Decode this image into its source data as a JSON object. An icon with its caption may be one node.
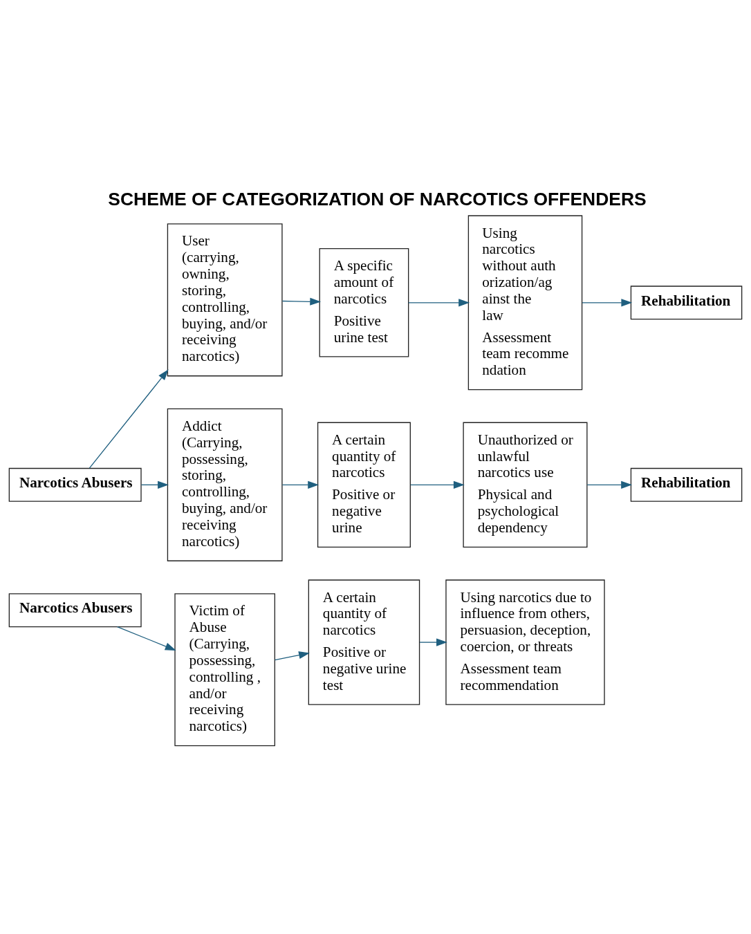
{
  "diagram": {
    "title": "SCHEME OF CATEGORIZATION OF NARCOTICS OFFENDERS",
    "nodes": [
      {
        "text": [
          "Narcotics Abusers"
        ]
      },
      {
        "text": [
          "User (carrying, owning, storing, controlling, buying, and/or receiving narcotics)"
        ]
      },
      {
        "text": [
          "A specific amount of narcotics",
          "Positive urine test"
        ]
      },
      {
        "text": [
          "Using narcotics without authorization/against the law",
          "Assessment team recommendation"
        ]
      },
      {
        "text": [
          "Rehabilitation"
        ]
      },
      {
        "text": [
          "Addict (Carrying, possessing, storing, controlling, buying, and/or receiving narcotics)"
        ]
      },
      {
        "text": [
          "A certain quantity of narcotics",
          "Positive or negative urine"
        ]
      },
      {
        "text": [
          "Unauthorized or unlawful narcotics use",
          "Physical and psychological dependency"
        ]
      },
      {
        "text": [
          "Rehabilitation"
        ]
      },
      {
        "text": [
          "Narcotics Abusers"
        ]
      },
      {
        "text": [
          "Victim of Abuse (Carrying, possessing, controlling , and/or receiving narcotics)"
        ]
      },
      {
        "text": [
          "A certain quantity of narcotics",
          "Positive or negative urine test"
        ]
      },
      {
        "text": [
          "Using narcotics due to influence from others, persuasion, deception, coercion, or threats",
          "Assessment team recommendation"
        ]
      }
    ],
    "edges": [
      {
        "from": 0,
        "to": 1,
        "arrow": "to"
      },
      {
        "from": 0,
        "to": 5,
        "arrow": "to"
      },
      {
        "from": 1,
        "to": 2,
        "arrow": "to"
      },
      {
        "from": 2,
        "to": 3,
        "arrow": "to"
      },
      {
        "from": 3,
        "to": 4,
        "arrow": "to"
      },
      {
        "from": 5,
        "to": 6,
        "arrow": "to"
      },
      {
        "from": 6,
        "to": 7,
        "arrow": "to"
      },
      {
        "from": 7,
        "to": 8,
        "arrow": "to"
      },
      {
        "from": 9,
        "to": 10,
        "arrow": "to"
      },
      {
        "from": 10,
        "to": 11,
        "arrow": "to"
      },
      {
        "from": 11,
        "to": 12,
        "arrow": "to"
      }
    ]
  }
}
